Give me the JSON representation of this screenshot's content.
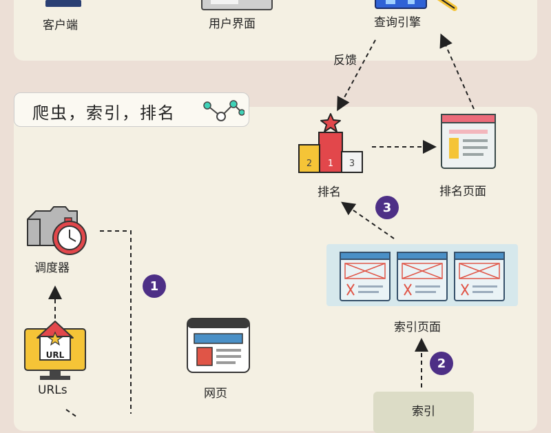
{
  "top": {
    "client_label": "客户端",
    "user_page_label": "用户界面",
    "query_engine_label": "查询引擎"
  },
  "section": {
    "title": "爬虫，索引，排名"
  },
  "nodes": {
    "feedback": "反馈",
    "ranking": "排名",
    "ranking_page": "排名页面",
    "scheduler": "调度器",
    "urls": "URLs",
    "url_screen_text": "URL",
    "webpage": "网页",
    "index_pages": "索引页面",
    "index": "索引"
  },
  "podium": {
    "first": "1",
    "second": "2",
    "third": "3"
  },
  "steps": {
    "one": "1",
    "two": "2",
    "three": "3"
  },
  "colors": {
    "background": "#ecdfd6",
    "panel": "#f4f0e3",
    "badge": "#4d2f86",
    "podium_red": "#e2474b",
    "podium_yellow": "#f5c437",
    "window_blue": "#4a90c7",
    "window_red": "#e05547"
  }
}
